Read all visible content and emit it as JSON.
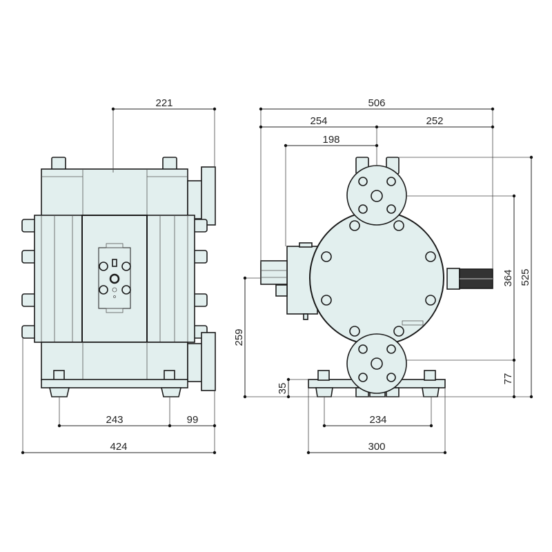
{
  "dimensions": {
    "side_view": {
      "top_width": "221",
      "feet_spacing": "243",
      "foot_to_flange": "99",
      "overall_width": "424"
    },
    "front_view": {
      "overall_width": "506",
      "left_to_center": "254",
      "center_to_right": "252",
      "block_to_center": "198",
      "overall_height": "525",
      "port_spacing": "364",
      "lower_port_height": "77",
      "air_inlet_height": "259",
      "base_height": "35",
      "base_holes_spacing": "234",
      "base_width": "300"
    }
  },
  "colors": {
    "body_fill": "#e2efee",
    "line": "#1a1a1a"
  }
}
